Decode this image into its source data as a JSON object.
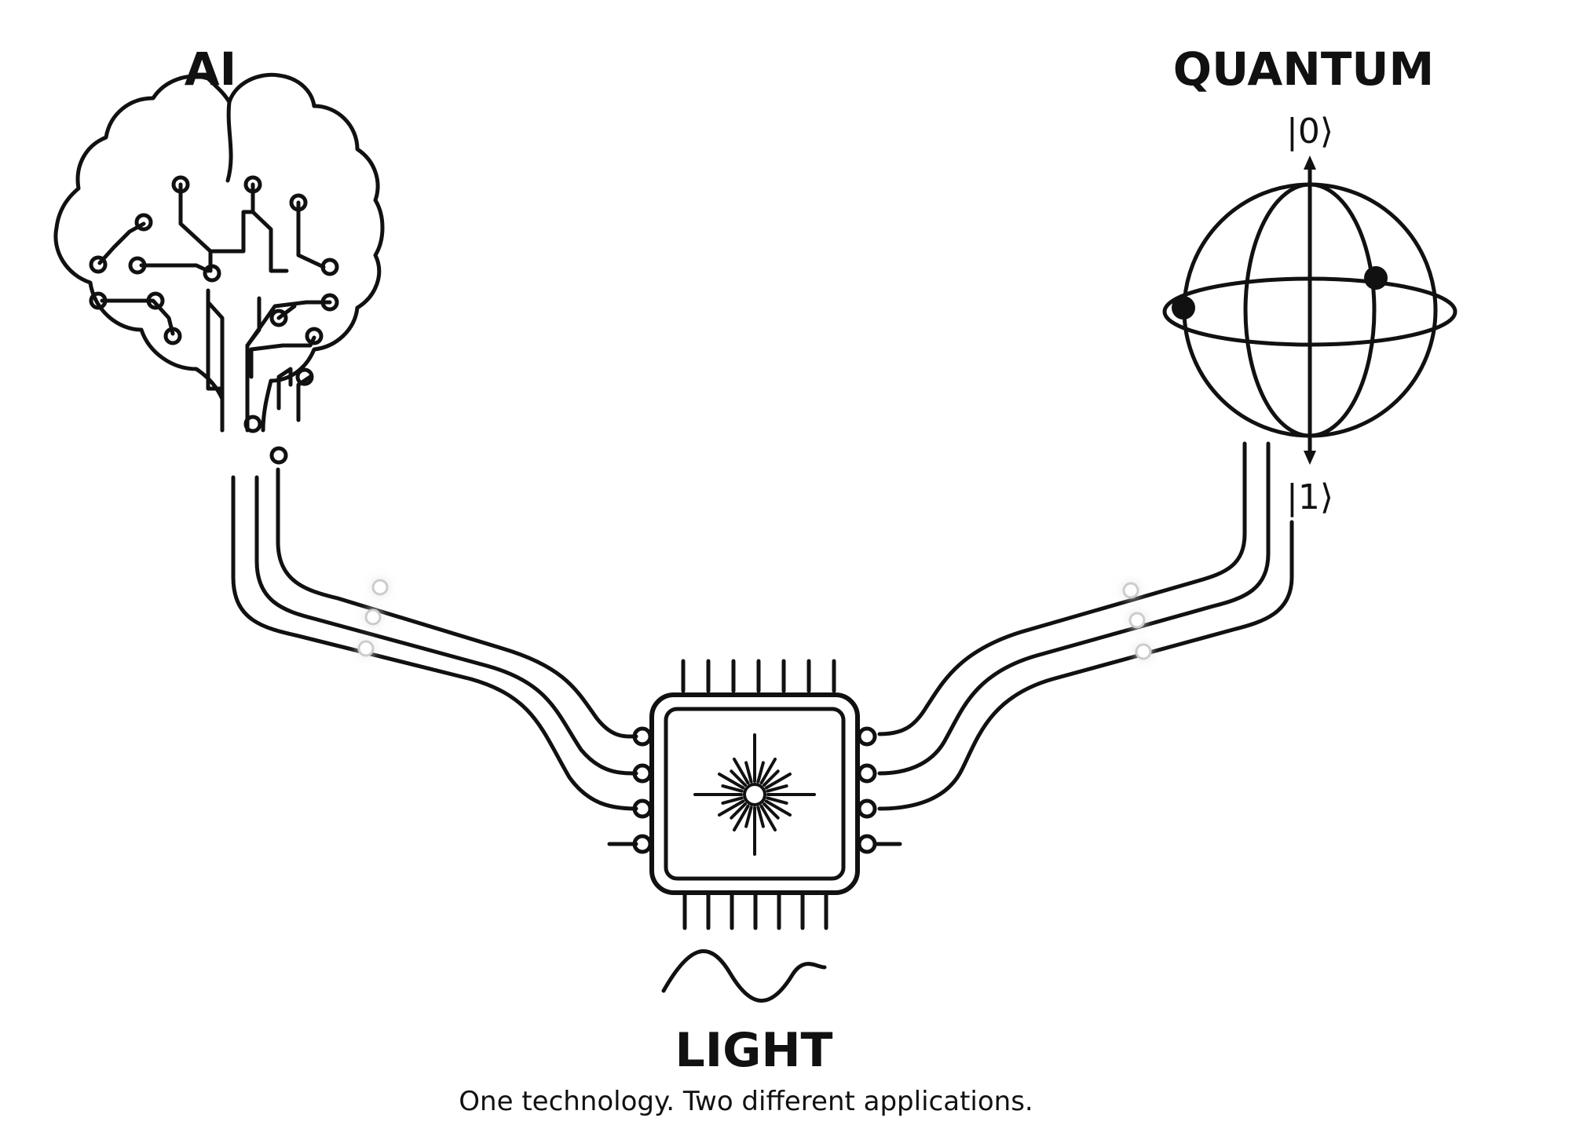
{
  "labels": {
    "ai": "AI",
    "quantum": "QUANTUM",
    "light": "LIGHT",
    "caption": "One technology. Two different applications."
  },
  "qubit": {
    "state_top": "|0⟩",
    "state_bottom": "|1⟩"
  },
  "colors": {
    "ink": "#111111",
    "background": "#ffffff",
    "glow": "#dddddd"
  },
  "icons": {
    "left": "brain-circuit-icon",
    "right": "bloch-sphere-icon",
    "center": "photonic-chip-icon",
    "wave": "light-wave-icon"
  }
}
